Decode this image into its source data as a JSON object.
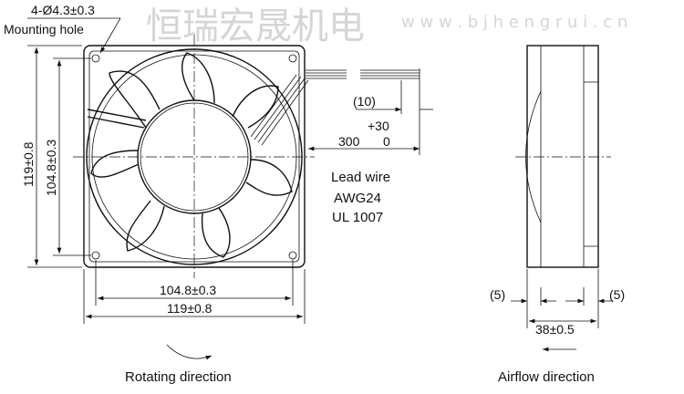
{
  "front_view": {
    "mounting_hole_dim": "4-Ø4.3±0.3",
    "mounting_hole_label": "Mounting hole",
    "height_outer": "119±0.8",
    "height_pitch": "104.8±0.3",
    "width_pitch": "104.8±0.3",
    "width_outer": "119±0.8",
    "rotating_label": "Rotating direction"
  },
  "lead_wire": {
    "strip_length": "(10)",
    "length_tol": "+30",
    "length": "300",
    "length_tol_lower": "0",
    "label": "Lead wire",
    "gauge": "AWG24",
    "standard": "UL 1007"
  },
  "side_view": {
    "left_offset": "(5)",
    "right_offset": "(5)",
    "depth": "38±0.5",
    "airflow_label": "Airflow direction"
  },
  "watermark": {
    "cn": "恒瑞宏晟机电",
    "url": "w w w . b j h e n g r u i . c n"
  }
}
